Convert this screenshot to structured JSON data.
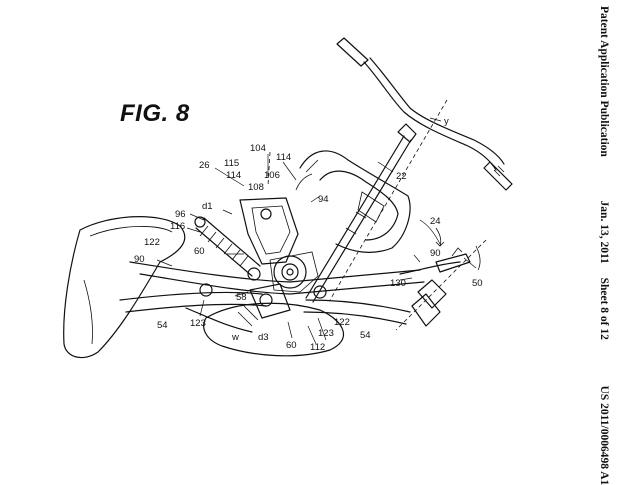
{
  "header": {
    "publication": "Patent Application Publication",
    "date": "Jan. 13, 2011",
    "sheet": "Sheet 8 of 12",
    "number": "US 2011/0006498 A1"
  },
  "figure": {
    "title": "FIG. 8",
    "labels": {
      "l26": "26",
      "l115": "115",
      "l104": "104",
      "l114a": "114",
      "l114b": "114",
      "l106": "106",
      "l108": "108",
      "l94": "94",
      "l22": "22",
      "l24": "24",
      "ly": "y",
      "ld1": "d1",
      "l96": "96",
      "l116": "116",
      "l122a": "122",
      "l90a": "90",
      "l60a": "60",
      "l58": "58",
      "l123a": "123",
      "l54a": "54",
      "lw": "w",
      "ld3": "d3",
      "l60b": "60",
      "l112": "112",
      "l123b": "123",
      "l122b": "122",
      "l54b": "54",
      "l130": "130",
      "l90b": "90",
      "l50": "50"
    }
  }
}
